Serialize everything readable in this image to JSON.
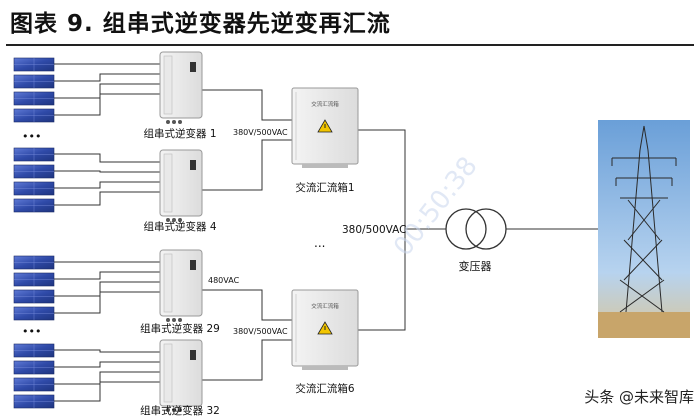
{
  "header": {
    "title": "图表 9.  组串式逆变器先逆变再汇流"
  },
  "diagram": {
    "inverters": [
      {
        "label": "组串式逆变器 1"
      },
      {
        "label": "组串式逆变器 4"
      },
      {
        "label": "组串式逆变器 29"
      },
      {
        "label": "组串式逆变器 32"
      }
    ],
    "combiners": [
      {
        "label": "交流汇流箱1",
        "box_text": "交流汇流箱"
      },
      {
        "label": "交流汇流箱6",
        "box_text": "交流汇流箱"
      }
    ],
    "transformer": {
      "label": "变压器"
    },
    "voltage_labels": {
      "inv_to_combiner": "380V/500VAC",
      "combiner_to_transformer": "380/500VAC",
      "inv_480": "480VAC"
    },
    "ellipsis": "...",
    "panel_ellipsis": "•••",
    "overlay_text": "00:50:38"
  },
  "watermark": {
    "text": "头条 @未来智库"
  },
  "colors": {
    "panel_blue": "#3a55b0",
    "line": "#333333",
    "warning_yellow": "#f2c500"
  }
}
